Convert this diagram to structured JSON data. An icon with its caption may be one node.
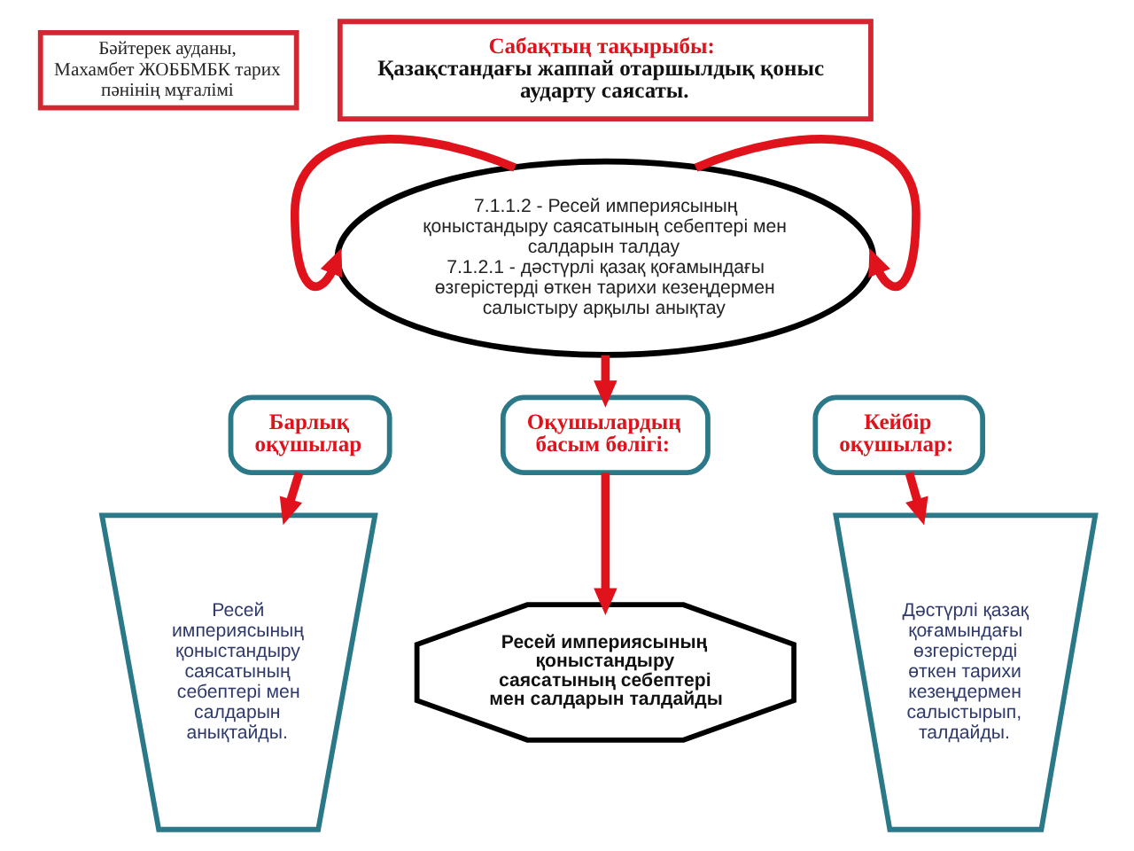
{
  "diagram": {
    "nodes": [
      {
        "text": [
          "Бәйтерек ауданы, Махамбет ЖОББМБК тарих пәнінің мұғалімі"
        ]
      },
      {
        "text": [
          "Сабақтың тақырыбы:",
          "Қазақстандағы жаппай отаршылдық қоныс аударту саясаты."
        ]
      },
      {
        "text": [
          "7.1.1.2 - Ресей империясының қоныстандыру саясатының себептері мен салдарын талдау",
          "7.1.2.1 - дәстүрлі қазақ қоғамындағы өзгерістерді өткен тарихи кезеңдермен салыстыру арқылы анықтау"
        ]
      },
      {
        "text": [
          "Барлық оқушылар"
        ]
      },
      {
        "text": [
          "Оқушылардың басым бөлігі:"
        ]
      },
      {
        "text": [
          "Кейбір оқушылар:"
        ]
      },
      {
        "text": [
          "Ресей империясының қоныстандыру саясатының себептері мен салдарын анықтайды."
        ]
      },
      {
        "text": [
          "Ресей империясының қоныстандыру саясатының себептері мен салдарын талдайды"
        ]
      },
      {
        "text": [
          "Дәстүрлі қазақ қоғамындағы өзгерістерді өткен тарихи кезеңдермен салыстырып, талдайды."
        ]
      }
    ],
    "edges": [
      {
        "from": 2,
        "to": 2,
        "arrow": "to"
      },
      {
        "from": 2,
        "to": 2,
        "arrow": "to"
      },
      {
        "from": 2,
        "to": 4,
        "arrow": "to"
      },
      {
        "from": 3,
        "to": 6,
        "arrow": "to"
      },
      {
        "from": 4,
        "to": 7,
        "arrow": "to"
      },
      {
        "from": 5,
        "to": 8,
        "arrow": "to"
      }
    ]
  }
}
